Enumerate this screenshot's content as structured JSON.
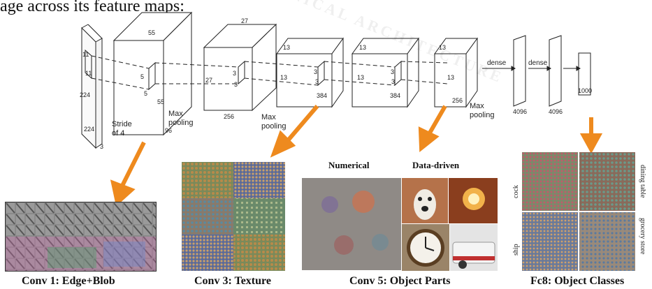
{
  "top_text": "age across its feature maps:",
  "watermark": "TECHNICAL ARCHITECTURE",
  "network": {
    "input": {
      "h": "224",
      "w": "224",
      "d": "3",
      "kernel": "11",
      "kernel2": "11",
      "stride": "Stride of 4"
    },
    "conv1": {
      "h": "55",
      "w": "55",
      "d": "96",
      "kernel": "5",
      "kernel2": "5",
      "pool": "Max pooling"
    },
    "conv2": {
      "h": "27",
      "w": "27",
      "d": "256",
      "kernel": "3",
      "kernel2": "3",
      "pool": "Max pooling"
    },
    "conv3": {
      "h": "13",
      "w": "13",
      "d": "384",
      "kernel": "3",
      "kernel2": "3"
    },
    "conv4": {
      "h": "13",
      "w": "13",
      "d": "384",
      "kernel": "3",
      "kernel2": "3"
    },
    "conv5": {
      "h": "13",
      "w": "13",
      "d": "256",
      "pool": "Max pooling"
    },
    "dense_label": "dense",
    "fc6": "4096",
    "fc7": "4096",
    "fc8": "1000"
  },
  "subheads": {
    "numerical": "Numerical",
    "data_driven": "Data-driven"
  },
  "class_labels": {
    "cock": "cock",
    "dining_table": "dining table",
    "ship": "ship",
    "grocery_store": "grocery store"
  },
  "captions": {
    "conv1": "Conv 1: Edge+Blob",
    "conv3": "Conv 3: Texture",
    "conv5": "Conv 5: Object Parts",
    "fc8": "Fc8: Object Classes"
  },
  "colors": {
    "arrow": "#ee8a1e",
    "line": "#222222"
  }
}
